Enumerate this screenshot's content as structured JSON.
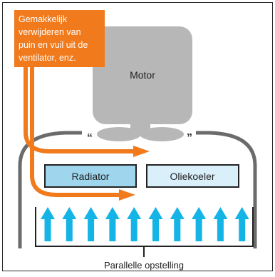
{
  "diagram": {
    "callout": {
      "lines": [
        "Gemakkelijk",
        "verwijderen van",
        "puin en vuil uit de",
        "ventilator, enz."
      ]
    },
    "motor_label": "Motor",
    "radiator_label": "Radiator",
    "oil_cooler_label": "Oliekoeler",
    "arrangement_label": "Parallelle opstelling",
    "airflow_arrow_count": 10,
    "colors": {
      "callout_fill": "#f07a1c",
      "debris_path": "#f07a1c",
      "motor": "#b7b7b7",
      "radiator_fill": "#9fd6ee",
      "oil_cooler_fill": "#d9f0fa",
      "airflow_arrow": "#14b4e6",
      "housing": "#6b6b6b",
      "frame": "#2a2a2a"
    },
    "icons": [
      "air-flow-arrow-icon",
      "debris-flow-arrow-icon"
    ]
  }
}
